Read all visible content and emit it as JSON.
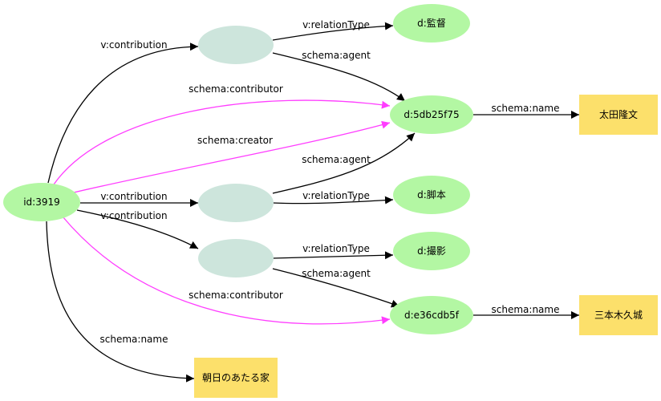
{
  "graph": {
    "colors": {
      "resource_node": "#b3f7a3",
      "blank_node": "#cde5dc",
      "literal_node": "#fce06b",
      "edge": "#000000",
      "contributor_edge": "#ff3dff"
    },
    "nodes": {
      "id3919": "id:3919",
      "kantoku": "d:監督",
      "p5db25f75": "d:5db25f75",
      "ota": "太田隆文",
      "kyakuhon": "d:脚本",
      "satsuei": "d:撮影",
      "pe36cdb5f": "d:e36cdb5f",
      "mimoto": "三本木久城",
      "title": "朝日のあたる家"
    },
    "edges": {
      "contribution_1": "v:contribution",
      "contributor_1": "schema:contributor",
      "creator": "schema:creator",
      "contribution_2": "v:contribution",
      "contribution_3": "v:contribution",
      "contributor_2": "schema:contributor",
      "name_title": "schema:name",
      "reltype_1": "v:relationType",
      "agent_1": "schema:agent",
      "agent_2": "schema:agent",
      "reltype_2": "v:relationType",
      "reltype_3": "v:relationType",
      "agent_3": "schema:agent",
      "name_1": "schema:name",
      "name_2": "schema:name"
    }
  }
}
